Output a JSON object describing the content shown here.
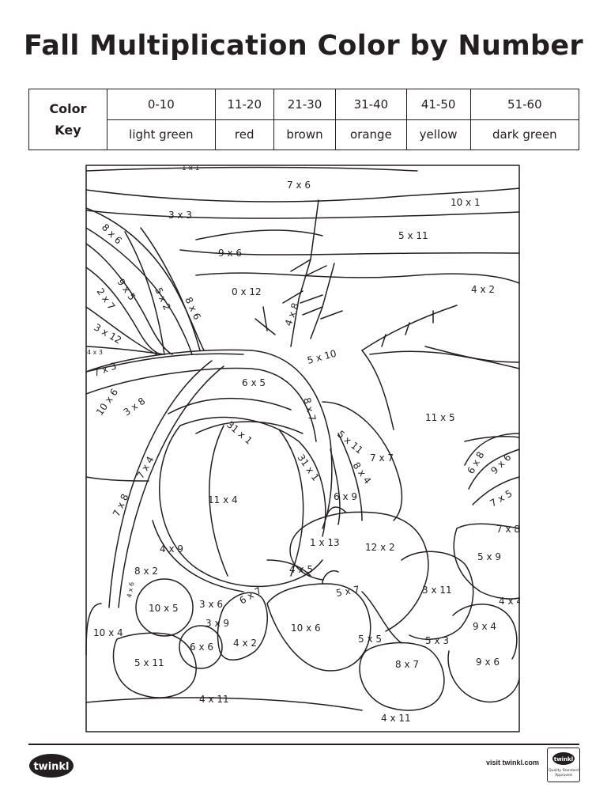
{
  "title": "Fall Multiplication Color by Number",
  "color_key": {
    "header": [
      "Color",
      "Key"
    ],
    "ranges": [
      "0-10",
      "11-20",
      "21-30",
      "31-40",
      "41-50",
      "51-60"
    ],
    "colors": [
      "light green",
      "red",
      "brown",
      "orange",
      "yellow",
      "dark green"
    ]
  },
  "labels": [
    "1 x 1",
    "7 x 6",
    "10 x 1",
    "3 x 3",
    "8 x 6",
    "5 x 11",
    "9 x 6",
    "0 x 12",
    "4 x 2",
    "2 x 7",
    "9 x 5",
    "5 x 2",
    "8 x 6",
    "4 x 8",
    "3 x 12",
    "4 x 3",
    "7 x 3",
    "5 x 10",
    "6 x 5",
    "10 x 6",
    "3 x 8",
    "8 x 7",
    "31 x 1",
    "11 x 5",
    "5 x 11",
    "7 x 7",
    "6 x 8",
    "9 x 6",
    "7 x 4",
    "31 x 1",
    "8 x 4",
    "7 x 5",
    "11 x 4",
    "7 x 8",
    "6 x 9",
    "7 x 8",
    "1 x 13",
    "12 x 2",
    "5 x 9",
    "4 x 9",
    "4 x 5",
    "8 x 2",
    "3 x 11",
    "5 x 7",
    "6 x 7",
    "4 x 6",
    "10 x 5",
    "3 x 6",
    "4 x 4",
    "9 x 4",
    "3 x 9",
    "10 x 4",
    "10 x 6",
    "6 x 6",
    "4 x 2",
    "5 x 5",
    "5 x 3",
    "5 x 11",
    "8 x 7",
    "9 x 6",
    "4 x 11",
    "4 x 11"
  ],
  "footer": {
    "logo_text": "twinkl",
    "visit": "visit twinkl.com",
    "badge_text": [
      "twinkl",
      "Quality Standard",
      "Approved"
    ]
  }
}
